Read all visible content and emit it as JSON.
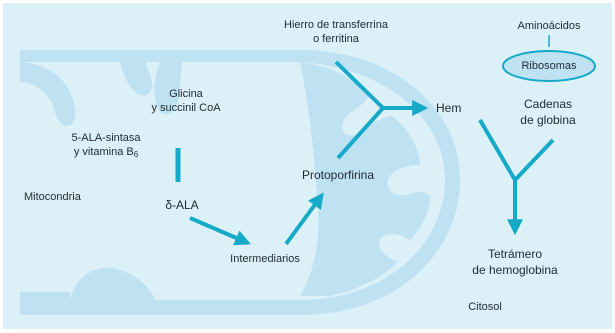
{
  "labels": {
    "iron_source_line1": "Hierro de transferrina",
    "iron_source_line2": "o ferritina",
    "amino_acids": "Aminoácidos",
    "ribosomes": "Ribosomas",
    "globin_line1": "Cadenas",
    "globin_line2": "de globina",
    "glycine_line1": "Glicina",
    "glycine_line2": "y succinil CoA",
    "ala_synthase_line1": "5-ALA-sintasa",
    "ala_synthase_line2": "y vitamina B",
    "vitamin_subscript": "6",
    "mitochondria": "Mitocondria",
    "delta_ala": "δ-ALA",
    "protoporphyrin": "Protoporfirina",
    "heme": "Hem",
    "intermediates": "Intermediarios",
    "tetramer_line1": "Tetrámero",
    "tetramer_line2": "de hemoglobina",
    "cytosol": "Citosol"
  },
  "colors": {
    "background": "#dcf0f8",
    "mitochondria_fill": "#bfe2f2",
    "arrow": "#17a9c8",
    "ribosome_fill": "#bfe2f2"
  }
}
